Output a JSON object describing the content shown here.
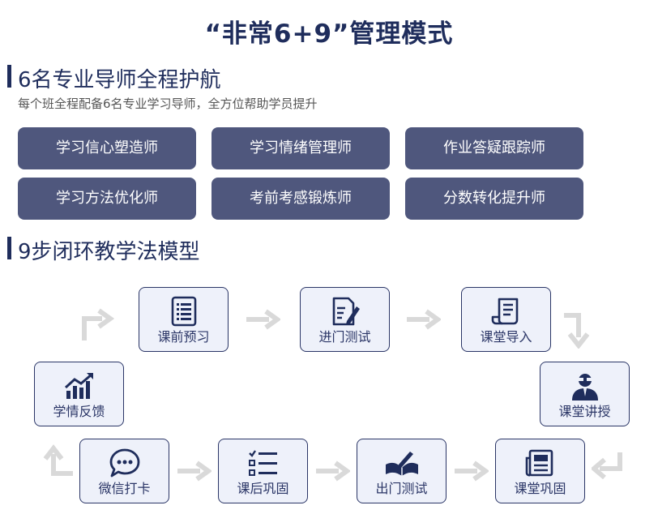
{
  "title": "“非常6+9”管理模式",
  "section1": {
    "title": "6名专业导师全程护航",
    "subtitle": "每个班全程配备6名专业学习导师，全方位帮助学员提升",
    "roles": [
      "学习信心塑造师",
      "学习情绪管理师",
      "作业答疑跟踪师",
      "学习方法优化师",
      "考前考感锻炼师",
      "分数转化提升师"
    ]
  },
  "section2": {
    "title": "9步闭环教学法模型",
    "steps": [
      {
        "label": "课前预习",
        "icon": "list-document-icon"
      },
      {
        "label": "进门测试",
        "icon": "document-pen-icon"
      },
      {
        "label": "课堂导入",
        "icon": "scroll-icon"
      },
      {
        "label": "课堂讲授",
        "icon": "teacher-icon"
      },
      {
        "label": "课堂巩固",
        "icon": "newspaper-icon"
      },
      {
        "label": "出门测试",
        "icon": "book-pen-icon"
      },
      {
        "label": "课后巩固",
        "icon": "checklist-icon"
      },
      {
        "label": "微信打卡",
        "icon": "chat-bubble-icon"
      },
      {
        "label": "学情反馈",
        "icon": "growth-chart-icon"
      }
    ]
  },
  "colors": {
    "navy": "#1f2d5c",
    "role_bg": "#4f577d",
    "step_bg": "#eef1fa",
    "arrow": "#d9d9d9"
  }
}
